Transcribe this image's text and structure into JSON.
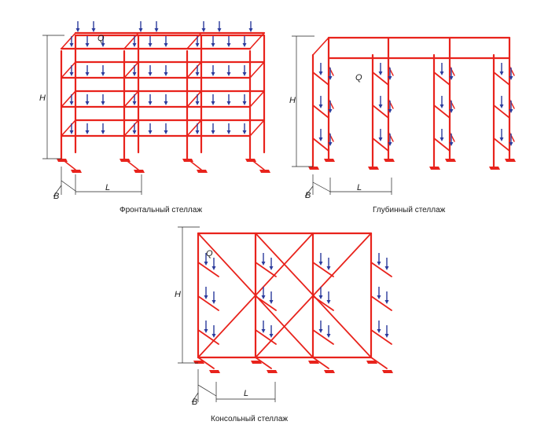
{
  "colors": {
    "frame": "#e8231c",
    "load": "#2b3a9c",
    "dim": "#222222"
  },
  "diagrams": [
    {
      "caption": "Фронтальный стеллаж",
      "labels": {
        "h": "H",
        "q": "Q",
        "l": "L",
        "b": "B"
      }
    },
    {
      "caption": "Глубинный стеллаж",
      "labels": {
        "h": "H",
        "q": "Q",
        "l": "L",
        "b": "B"
      }
    },
    {
      "caption": "Консольный стеллаж",
      "labels": {
        "h": "H",
        "q": "Q",
        "l": "L",
        "b": "B"
      }
    }
  ],
  "icons": {
    "load": "down-arrow-icon"
  }
}
